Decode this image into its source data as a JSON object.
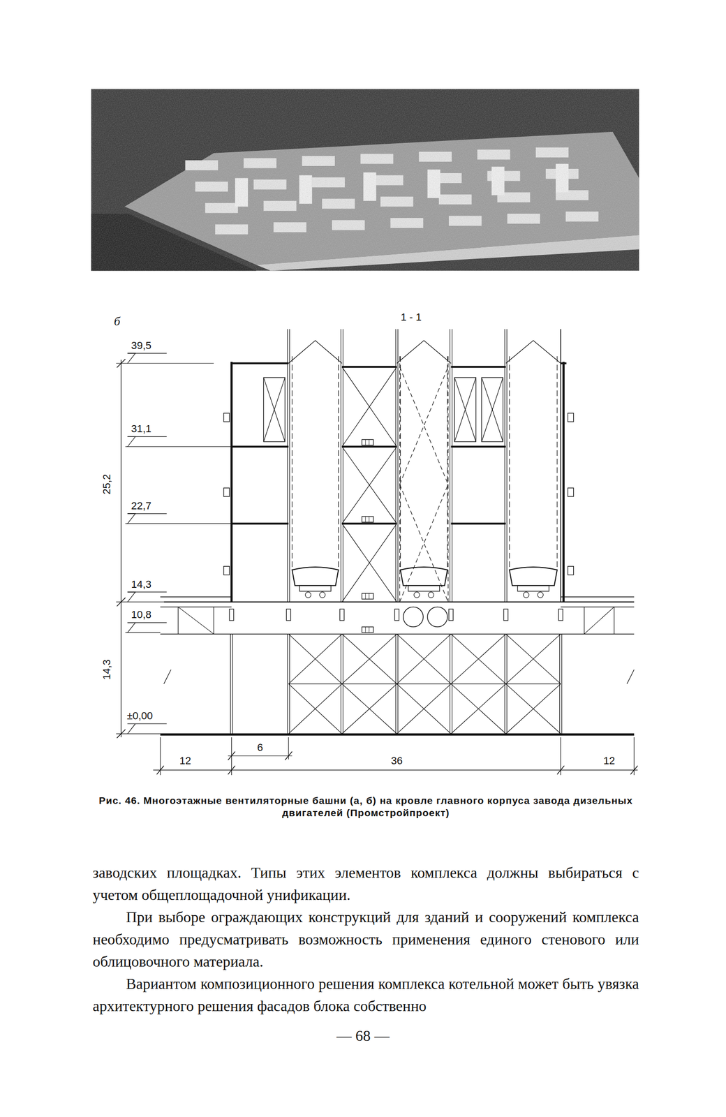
{
  "diagram": {
    "caption": "Рис. 46. Многоэтажные вентиляторные башни (а, б) на кровле главного корпуса завода дизельных двигателей (Промстройпроект)",
    "labels": [
      "б",
      "1 - 1",
      "39,5",
      "31,1",
      "22,7",
      "14,3",
      "10,8",
      "±0,00",
      "25,2",
      "14,3",
      "6",
      "12",
      "36",
      "12",
      "заводских площадках. Типы этих элементов комплекса должны выбираться с учетом общеплощадочной унификации.",
      "При выборе ограждающих конструкций для зданий и сооружений комплекса необходимо предусматривать возможность применения единого стенового или облицовочного материала.",
      "Вариантом композиционного решения комплекса котельной может быть увязка архитектурного решения фасадов блока собственно",
      "— 68 —"
    ]
  }
}
